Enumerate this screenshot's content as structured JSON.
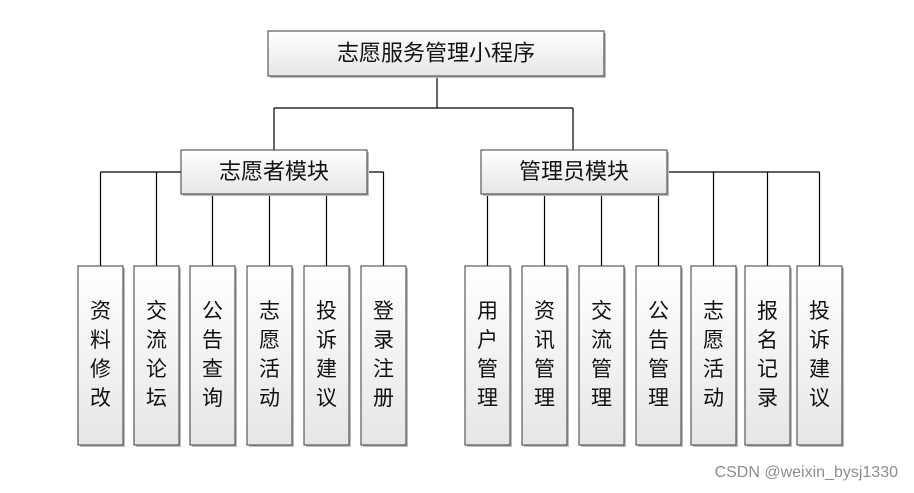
{
  "root": {
    "label": "志愿服务管理小程序"
  },
  "modules": [
    {
      "label": "志愿者模块",
      "children": [
        "资料修改",
        "交流论坛",
        "公告查询",
        "志愿活动",
        "投诉建议",
        "登录注册"
      ]
    },
    {
      "label": "管理员模块",
      "children": [
        "用户管理",
        "资讯管理",
        "交流管理",
        "公告管理",
        "志愿活动",
        "报名记录",
        "投诉建议"
      ]
    }
  ],
  "watermark": "CSDN @weixin_bysj1330",
  "colors": {
    "box_gradient_top": "#ffffff",
    "box_gradient_bottom": "#e6e6e6",
    "box_border": "#3a3a3a",
    "line": "#000000",
    "text": "#111111",
    "watermark": "#8c8c8c"
  }
}
